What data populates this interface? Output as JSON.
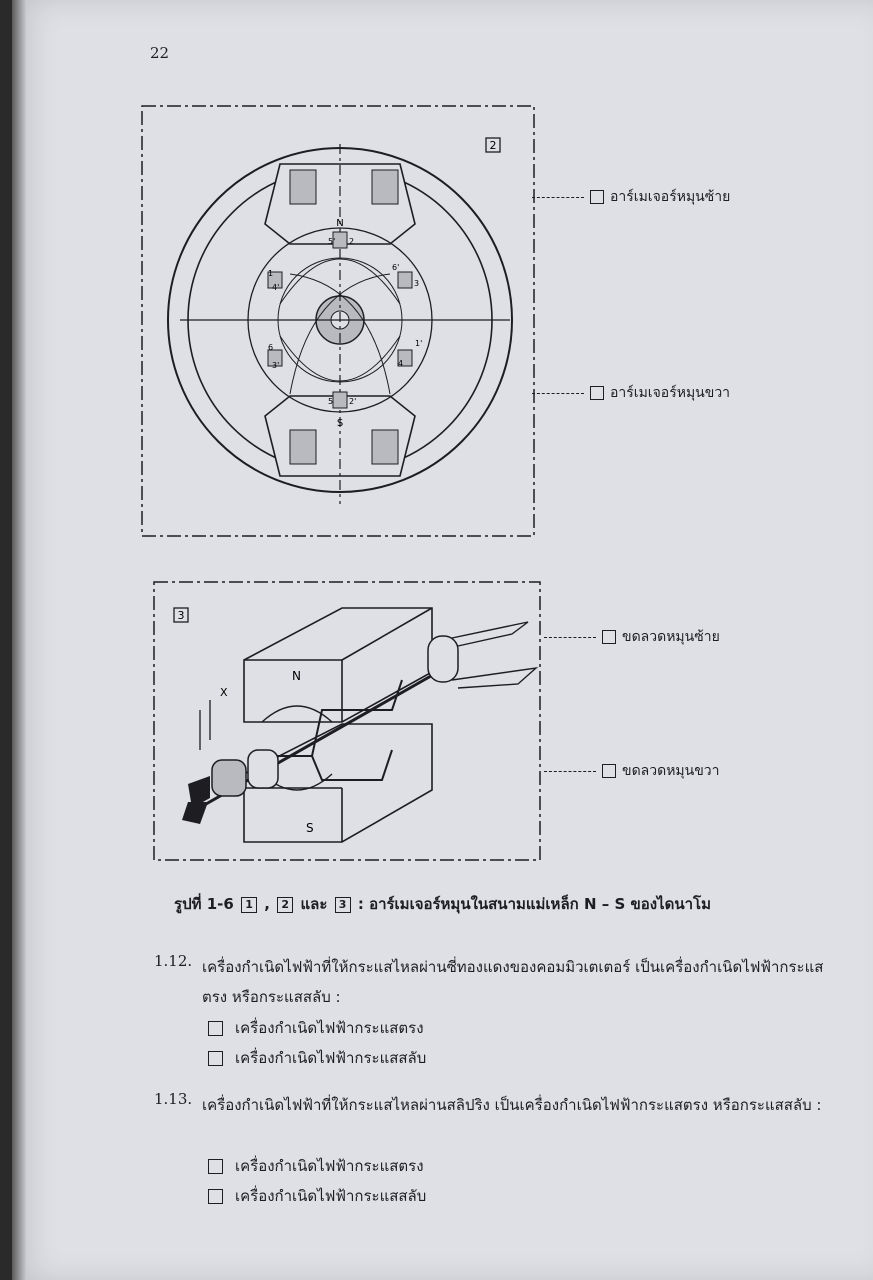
{
  "page_number": "22",
  "figure2": {
    "box_label": "2",
    "pole_n": "N",
    "pole_s": "S",
    "coil_labels": [
      "5'",
      "2",
      "6'",
      "3",
      "1'",
      "4",
      "2'",
      "5",
      "6",
      "3'",
      "1",
      "4'"
    ],
    "label_left": "อาร์เมเจอร์หมุนซ้าย",
    "label_right": "อาร์เมเจอร์หมุนขวา"
  },
  "figure3": {
    "box_label": "3",
    "pole_n": "N",
    "pole_s": "S",
    "axis_x": "X",
    "label_left": "ขดลวดหมุนซ้าย",
    "label_right": "ขดลวดหมุนขวา"
  },
  "caption": {
    "prefix": "รูปที่ 1-6",
    "box1": "1",
    "sep1": ",",
    "box2": "2",
    "and": "และ",
    "box3": "3",
    "text": ": อาร์เมเจอร์หมุนในสนามแม่เหล็ก N – S ของไดนาโม"
  },
  "questions": [
    {
      "number": "1.12.",
      "text": "เครื่องกำเนิดไฟฟ้าที่ให้กระแสไหลผ่านซี่ทองแดงของคอมมิวเตเตอร์  เป็นเครื่องกำเนิดไฟฟ้ากระแสตรง  หรือกระแสสลับ :",
      "options": [
        "เครื่องกำเนิดไฟฟ้ากระแสตรง",
        "เครื่องกำเนิดไฟฟ้ากระแสสลับ"
      ]
    },
    {
      "number": "1.13.",
      "text": "เครื่องกำเนิดไฟฟ้าที่ให้กระแสไหลผ่านสลิปริง   เป็นเครื่องกำเนิดไฟฟ้ากระแสตรง   หรือกระแสสลับ :",
      "options": [
        "เครื่องกำเนิดไฟฟ้ากระแสตรง",
        "เครื่องกำเนิดไฟฟ้ากระแสสลับ"
      ]
    }
  ]
}
